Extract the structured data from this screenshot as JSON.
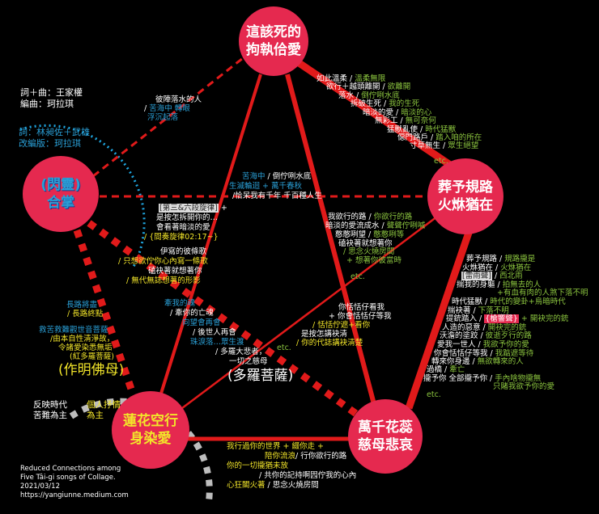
{
  "colors": {
    "w": "#ffffff",
    "g": "#8cc63f",
    "y": "#f2e52a",
    "b": "#2a9fd6",
    "node": "#e5294f",
    "line": "#e11a1a",
    "arc_blue": "#1fa6e0",
    "arc_grey": "#bdbdbd"
  },
  "nodes": {
    "top": {
      "line1": "這該死的",
      "line2": "拘執佮愛"
    },
    "right": {
      "line1": "葬予規路",
      "line2": "火烌猶在"
    },
    "bottom_right": {
      "line1": "萬千花蕊",
      "line2": "慈母悲哀"
    },
    "bottom_left": {
      "line1": "蓮花空行",
      "line2": "身染愛"
    },
    "left": {
      "line1": "(閃靈)",
      "line2": "合掌"
    }
  },
  "annotations": {
    "credits": [
      [
        [
          "詞＋曲：王家權",
          "w"
        ]
      ],
      [
        [
          "編曲：珂拉琪",
          "w"
        ]
      ]
    ],
    "credits_alt": [
      [
        [
          "詞：林昶佐＋武雄",
          "b"
        ]
      ],
      [
        [
          "改編版：珂拉琪",
          "b"
        ]
      ]
    ],
    "top_left_edge": [
      [
        [
          "彼陣落水的人",
          "w"
        ]
      ],
      [
        [
          "/ ",
          "w"
        ],
        [
          "苦海中 轉眼",
          "b"
        ]
      ],
      [
        [
          "浮沉起落",
          "b"
        ]
      ]
    ],
    "top_right_edge": [
      [
        [
          "如此溫柔 / ",
          "w"
        ],
        [
          "溫柔無限",
          "g"
        ]
      ],
      [
        [
          "欲行＋越頭離開 / ",
          "w"
        ],
        [
          "欲離開",
          "g"
        ]
      ],
      [
        [
          "落水 / ",
          "w"
        ],
        [
          "倒佇咧水底",
          "g"
        ]
      ],
      [
        [
          "拆破生死 / ",
          "w"
        ],
        [
          "我的生死",
          "g"
        ]
      ],
      [
        [
          "暗淡的愛 / ",
          "w"
        ],
        [
          "暗淡的心",
          "g"
        ]
      ],
      [
        [
          "無彩工 / ",
          "w"
        ],
        [
          "無可奈何",
          "g"
        ]
      ],
      [
        [
          "猛獸亂使 / ",
          "w"
        ],
        [
          "時代猛獸",
          "g"
        ]
      ],
      [
        [
          "僫門路戶 / ",
          "w"
        ],
        [
          "踏入咱的所在",
          "g"
        ]
      ],
      [
        [
          "寸草無生 / ",
          "w"
        ],
        [
          "眾生絕望",
          "g"
        ]
      ],
      [
        [
          "etc.",
          "g"
        ]
      ]
    ],
    "center_top": [
      [
        [
          "苦海中",
          "b"
        ],
        [
          " / 倒佇咧水底",
          "w"
        ]
      ],
      [
        [
          "生滅輪迴 + 萬千春秋",
          "b"
        ]
      ],
      [
        [
          "/恰呆我有千年 千百種人生",
          "w"
        ]
      ]
    ],
    "left_mid": [
      [
        [
          "[第三&六段旋律]",
          "badge"
        ],
        [
          " +",
          "w"
        ]
      ],
      [
        [
          "是按怎拆開你的…",
          "w"
        ]
      ],
      [
        [
          "會看著暗淡的愛",
          "w"
        ]
      ],
      [
        [
          "/ {間奏旋律02:17~}",
          "y"
        ]
      ]
    ],
    "left_song": [
      [
        [
          "伊寫的彼條歌",
          "w"
        ]
      ],
      [
        [
          "/ 只想欲佇你心內寫一條歌",
          "y"
        ]
      ],
      [
        [
          "磕袂著就想著你",
          "w"
        ]
      ],
      [
        [
          "/ 無代無誌想著的形影",
          "y"
        ]
      ]
    ],
    "center_soul": [
      [
        [
          "牽我的魂",
          "b"
        ]
      ],
      [
        [
          "/ 牽你的亡魂",
          "w"
        ]
      ],
      [
        [
          "向望會再會",
          "b"
        ]
      ],
      [
        [
          "/ 後世人再會",
          "w"
        ]
      ],
      [
        [
          "珠淚落…眾生渡",
          "b"
        ]
      ],
      [
        [
          "/ 多羅大悲者，",
          "w"
        ]
      ],
      [
        [
          "一切之慈母",
          "w"
        ]
      ],
      [
        [
          "(多羅菩薩)",
          "wbig"
        ]
      ]
    ],
    "center_right": [
      [
        [
          "我欲行的路 / ",
          "w"
        ],
        [
          "你欲行的路",
          "g"
        ]
      ],
      [
        [
          "暗淡的愛流成水 / ",
          "w"
        ],
        [
          "聲聲佇咧喊",
          "g"
        ]
      ],
      [
        [
          "憨憨咧望 / ",
          "w"
        ],
        [
          "憨憨咧等",
          "g"
        ]
      ],
      [
        [
          "磕袂著就想著你",
          "w"
        ]
      ],
      [
        [
          "/ 思念火燒房間",
          "g"
        ]
      ],
      [
        [
          "+ 想著你彼當時",
          "g"
        ]
      ],
      [
        [
          "etc.",
          "g"
        ]
      ]
    ],
    "center_low": [
      [
        [
          "你恬恬仔看我",
          "w"
        ]
      ],
      [
        [
          "+ 你會恬恬仔等我",
          "w"
        ]
      ],
      [
        [
          "/ 恬恬佇遮+看你",
          "y"
        ]
      ],
      [
        [
          "是按怎講袂清",
          "w"
        ]
      ],
      [
        [
          "/ 你的代誌講袂清楚",
          "y"
        ]
      ],
      [
        [
          "etc.",
          "g"
        ]
      ]
    ],
    "right_side": [
      [
        [
          "葬予規路 / ",
          "w"
        ],
        [
          "規路攏是",
          "g"
        ]
      ],
      [
        [
          "火烌猶在 / ",
          "w"
        ],
        [
          "火烌猶在",
          "g"
        ]
      ],
      [
        [
          "[雷雨聲]",
          "badge"
        ],
        [
          " / ",
          "w"
        ],
        [
          "西北雨",
          "g"
        ]
      ],
      [
        [
          "揣我的身軀 / ",
          "w"
        ],
        [
          "拍無去的人",
          "g"
        ]
      ],
      [
        [
          "+有血有肉的人煞下落不明",
          "g"
        ]
      ],
      [
        [
          "時代猛獸 / ",
          "w"
        ],
        [
          "時代的變卦+烏暗時代",
          "g"
        ]
      ],
      [
        [
          "揣袂著 / ",
          "w"
        ],
        [
          "下落不明",
          "g"
        ]
      ],
      [
        [
          "提銃踏入 / ",
          "w"
        ],
        [
          "{槍響聲}",
          "badgered"
        ],
        [
          " + 開袂完的銃",
          "g"
        ]
      ],
      [
        [
          "人造的惡意 / ",
          "w"
        ],
        [
          "開袂完的銃",
          "g"
        ]
      ],
      [
        [
          "沃澹的塗跤 / ",
          "w"
        ],
        [
          "彼逝歹行的路",
          "g"
        ]
      ],
      [
        [
          "愛我一世人 / ",
          "w"
        ],
        [
          "我欲予你的愛",
          "g"
        ]
      ],
      [
        [
          "你會恬恬仔等我 / ",
          "w"
        ],
        [
          "我踮遮等待",
          "g"
        ]
      ],
      [
        [
          "轉來你身邊 / ",
          "w"
        ],
        [
          "無欲轉來的人",
          "g"
        ]
      ],
      [
        [
          "過橋 / ",
          "w"
        ],
        [
          "牽亡",
          "g"
        ]
      ],
      [
        [
          "攏予你 全部攏予你 / ",
          "w"
        ],
        [
          "手內啥物攏無",
          "g"
        ]
      ],
      [
        [
          "只賭我欲予你的愛",
          "g"
        ]
      ],
      [
        [
          "etc.",
          "g"
        ]
      ]
    ],
    "left_low": [
      [
        [
          "長路將盡",
          "b"
        ]
      ],
      [
        [
          "/ 長路終點",
          "y"
        ]
      ]
    ],
    "left_bodhi": [
      [
        [
          "救苦救難觀世音菩薩",
          "b"
        ]
      ],
      [
        [
          "/由本自性清淨故，",
          "y"
        ]
      ],
      [
        [
          "令諸愛染悉無垢",
          "y"
        ]
      ],
      [
        [
          "(紅多羅菩薩)",
          "y"
        ]
      ],
      [
        [
          "(作明佛母)",
          "ybig"
        ]
      ]
    ],
    "era": [
      [
        [
          "反映時代",
          "w"
        ]
      ],
      [
        [
          "苦難為主",
          "w"
        ]
      ]
    ],
    "personal": [
      [
        [
          "個人抒情",
          "y"
        ]
      ],
      [
        [
          "為主",
          "y"
        ]
      ]
    ],
    "bottom": [
      [
        [
          "我行過你的世界 + 綴你走 +",
          "y"
        ]
      ],
      [
        [
          "陪你流浪",
          "y"
        ],
        [
          "/ 行你欲行的路",
          "w"
        ]
      ],
      [
        [
          "你的一切攏猶未放",
          "y"
        ]
      ],
      [
        [
          "/ 共你的記持啊囥佇我的心內",
          "w"
        ]
      ],
      [
        [
          "心狂閣火著",
          "y"
        ],
        [
          " / 思念火燒房間",
          "w"
        ]
      ]
    ]
  },
  "footer": {
    "line1": "Reduced Connections among",
    "line2": "Five Tâi-gi songs of Collage.",
    "line3": "2021/03/12",
    "line4": "https://yangiunne.medium.com"
  }
}
